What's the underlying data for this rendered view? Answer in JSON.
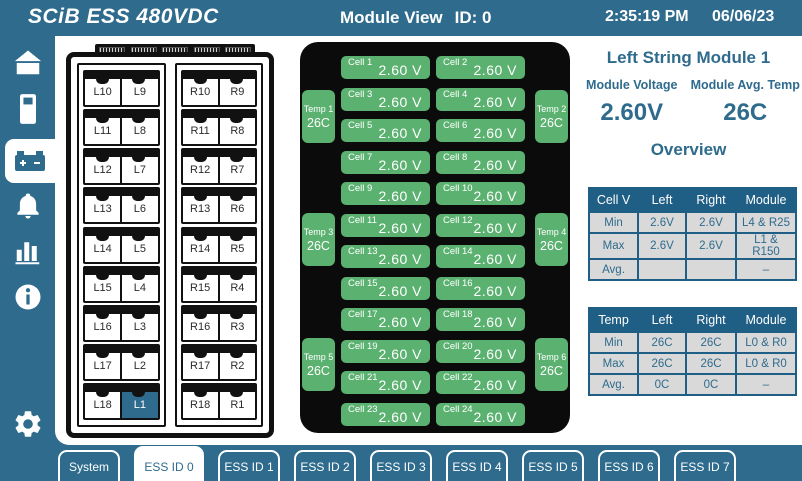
{
  "colors": {
    "primary": "#2e6b8d",
    "table_header": "#1f5e85",
    "cell_green": "#5bb170",
    "table_cell_gray": "#d9d9d9",
    "panel_black": "#0b0b0b",
    "selected_cell_blue": "#2e6b8d"
  },
  "header": {
    "logo": "SCiB ESS 480VDC",
    "view_title": "Module View",
    "id_label": "ID: 0",
    "time": "2:35:19 PM",
    "date": "06/06/23"
  },
  "sidebar": {
    "items": [
      {
        "name": "home",
        "icon": "home-icon",
        "active": false
      },
      {
        "name": "cabinet",
        "icon": "cabinet-icon",
        "active": false
      },
      {
        "name": "battery",
        "icon": "battery-icon",
        "active": true
      },
      {
        "name": "alarms",
        "icon": "bell-icon",
        "active": false
      },
      {
        "name": "charts",
        "icon": "bar-chart-icon",
        "active": false
      },
      {
        "name": "info",
        "icon": "info-icon",
        "active": false
      },
      {
        "name": "settings",
        "icon": "gear-icon",
        "active": false
      }
    ]
  },
  "module_diagram": {
    "selected_cell": "L1",
    "left_column": [
      [
        "L10",
        "L9"
      ],
      [
        "L11",
        "L8"
      ],
      [
        "L12",
        "L7"
      ],
      [
        "L13",
        "L6"
      ],
      [
        "L14",
        "L5"
      ],
      [
        "L15",
        "L4"
      ],
      [
        "L16",
        "L3"
      ],
      [
        "L17",
        "L2"
      ],
      [
        "L18",
        "L1"
      ]
    ],
    "right_column": [
      [
        "R10",
        "R9"
      ],
      [
        "R11",
        "R8"
      ],
      [
        "R12",
        "R7"
      ],
      [
        "R13",
        "R6"
      ],
      [
        "R14",
        "R5"
      ],
      [
        "R15",
        "R4"
      ],
      [
        "R16",
        "R3"
      ],
      [
        "R17",
        "R2"
      ],
      [
        "R18",
        "R1"
      ]
    ]
  },
  "cell_panel": {
    "cells": [
      {
        "label": "Cell 1",
        "value": "2.60 V"
      },
      {
        "label": "Cell 2",
        "value": "2.60 V"
      },
      {
        "label": "Cell 3",
        "value": "2.60 V"
      },
      {
        "label": "Cell 4",
        "value": "2.60 V"
      },
      {
        "label": "Cell 5",
        "value": "2.60 V"
      },
      {
        "label": "Cell 6",
        "value": "2.60 V"
      },
      {
        "label": "Cell 7",
        "value": "2.60 V"
      },
      {
        "label": "Cell 8",
        "value": "2.60 V"
      },
      {
        "label": "Cell 9",
        "value": "2.60 V"
      },
      {
        "label": "Cell 10",
        "value": "2.60 V"
      },
      {
        "label": "Cell 11",
        "value": "2.60 V"
      },
      {
        "label": "Cell 12",
        "value": "2.60 V"
      },
      {
        "label": "Cell 13",
        "value": "2.60 V"
      },
      {
        "label": "Cell 14",
        "value": "2.60 V"
      },
      {
        "label": "Cell 15",
        "value": "2.60 V"
      },
      {
        "label": "Cell 16",
        "value": "2.60 V"
      },
      {
        "label": "Cell 17",
        "value": "2.60 V"
      },
      {
        "label": "Cell 18",
        "value": "2.60 V"
      },
      {
        "label": "Cell 19",
        "value": "2.60 V"
      },
      {
        "label": "Cell 20",
        "value": "2.60 V"
      },
      {
        "label": "Cell 21",
        "value": "2.60 V"
      },
      {
        "label": "Cell 22",
        "value": "2.60 V"
      },
      {
        "label": "Cell 23",
        "value": "2.60 V"
      },
      {
        "label": "Cell 24",
        "value": "2.60 V"
      }
    ],
    "temps": [
      {
        "label": "Temp 1",
        "value": "26C",
        "side": "left"
      },
      {
        "label": "Temp 2",
        "value": "26C",
        "side": "right"
      },
      {
        "label": "Temp 3",
        "value": "26C",
        "side": "left"
      },
      {
        "label": "Temp 4",
        "value": "26C",
        "side": "right"
      },
      {
        "label": "Temp 5",
        "value": "26C",
        "side": "left"
      },
      {
        "label": "Temp 6",
        "value": "26C",
        "side": "right"
      }
    ]
  },
  "right_panel": {
    "title": "Left String Module 1",
    "voltage_label": "Module Voltage",
    "voltage_value": "2.60V",
    "avg_temp_label": "Module Avg. Temp",
    "avg_temp_value": "26C",
    "overview_label": "Overview",
    "cell_table": {
      "headers": [
        "Cell V",
        "Left",
        "Right",
        "Module"
      ],
      "rows": [
        [
          "Min",
          "2.6V",
          "2.6V",
          "L4 & R25"
        ],
        [
          "Max",
          "2.6V",
          "2.6V",
          "L1 & R150"
        ],
        [
          "Avg.",
          "",
          "",
          "–"
        ]
      ]
    },
    "temp_table": {
      "headers": [
        "Temp",
        "Left",
        "Right",
        "Module"
      ],
      "rows": [
        [
          "Min",
          "26C",
          "26C",
          "L0 & R0"
        ],
        [
          "Max",
          "26C",
          "26C",
          "L0 & R0"
        ],
        [
          "Avg.",
          "0C",
          "0C",
          "–"
        ]
      ]
    }
  },
  "tabs": [
    {
      "label": "System",
      "active": false
    },
    {
      "label": "ESS ID 0",
      "active": true
    },
    {
      "label": "ESS ID 1",
      "active": false
    },
    {
      "label": "ESS ID 2",
      "active": false
    },
    {
      "label": "ESS ID 3",
      "active": false
    },
    {
      "label": "ESS ID 4",
      "active": false
    },
    {
      "label": "ESS ID 5",
      "active": false
    },
    {
      "label": "ESS ID 6",
      "active": false
    },
    {
      "label": "ESS ID 7",
      "active": false
    }
  ]
}
